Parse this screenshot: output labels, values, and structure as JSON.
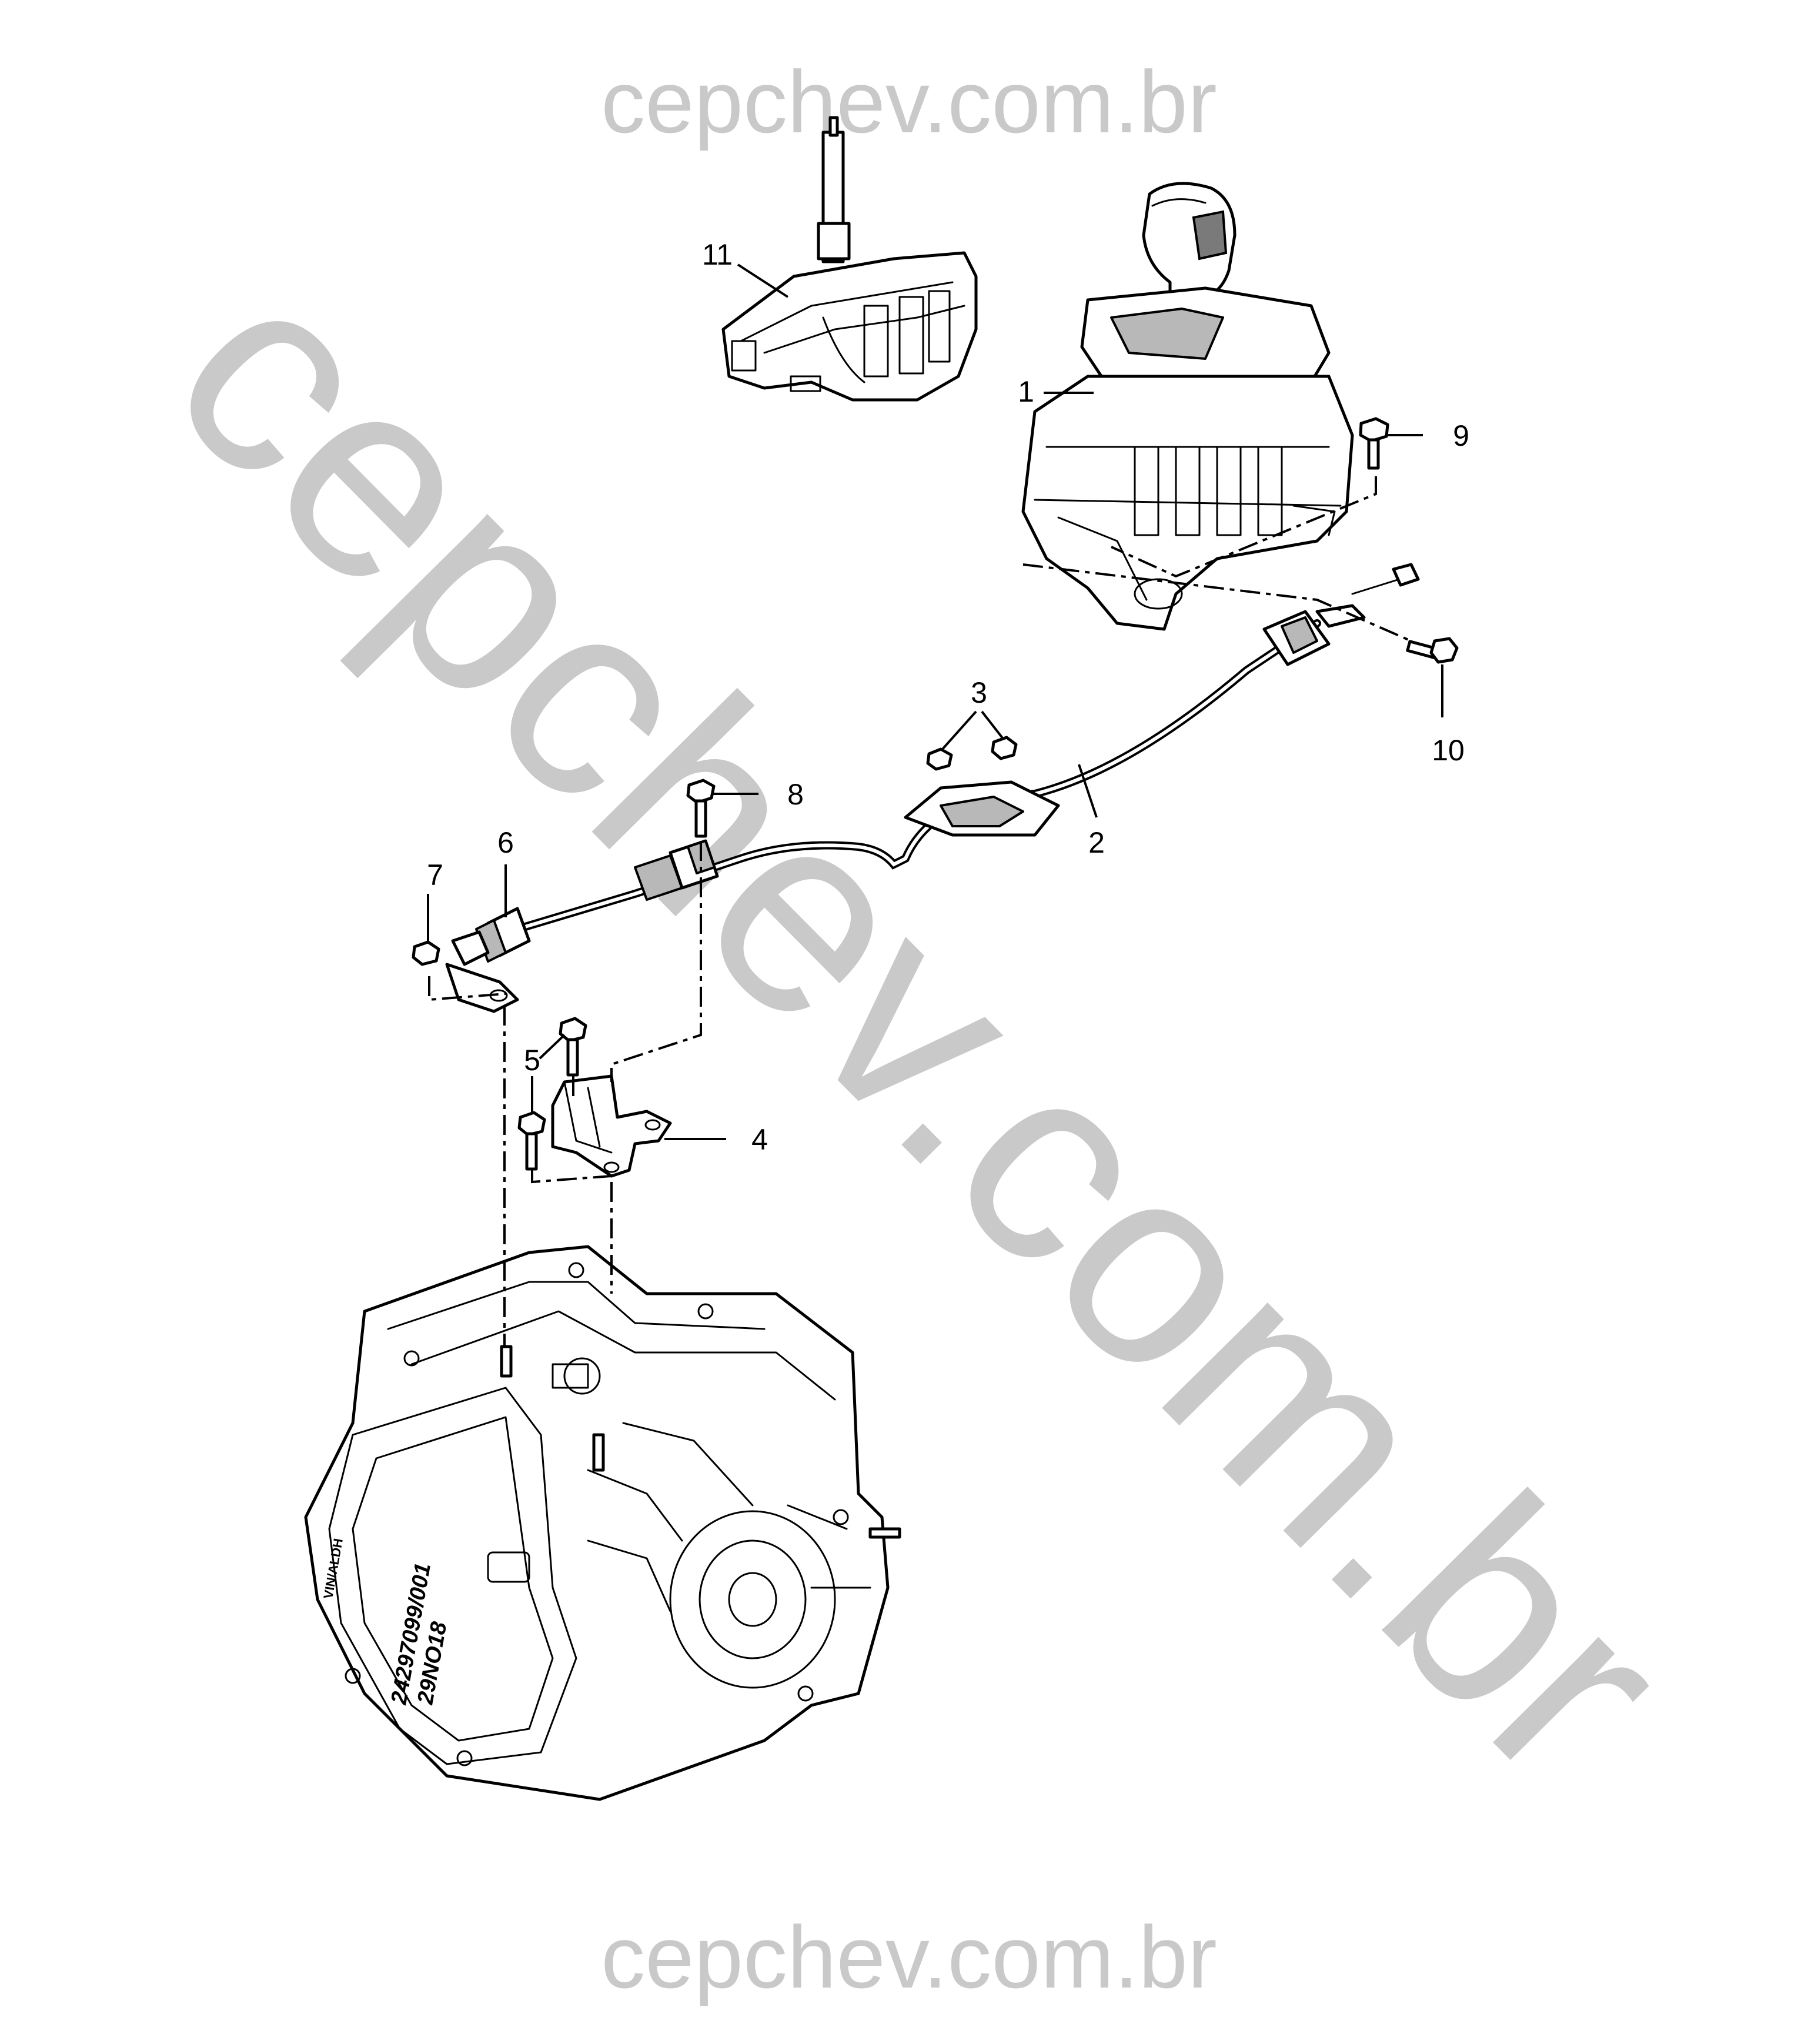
{
  "watermark": {
    "top": "cepchev.com.br",
    "diagonal": "cepchev.com.br",
    "bottom": "cepchev.com.br",
    "color": "#c9c9c9"
  },
  "callouts": [
    "1",
    "2",
    "3",
    "4",
    "5",
    "6",
    "7",
    "8",
    "9",
    "10",
    "11"
  ],
  "transmission_label": {
    "line1": "VIN/ALDH",
    "line2": "24297099/001",
    "line3": "29NO18"
  }
}
